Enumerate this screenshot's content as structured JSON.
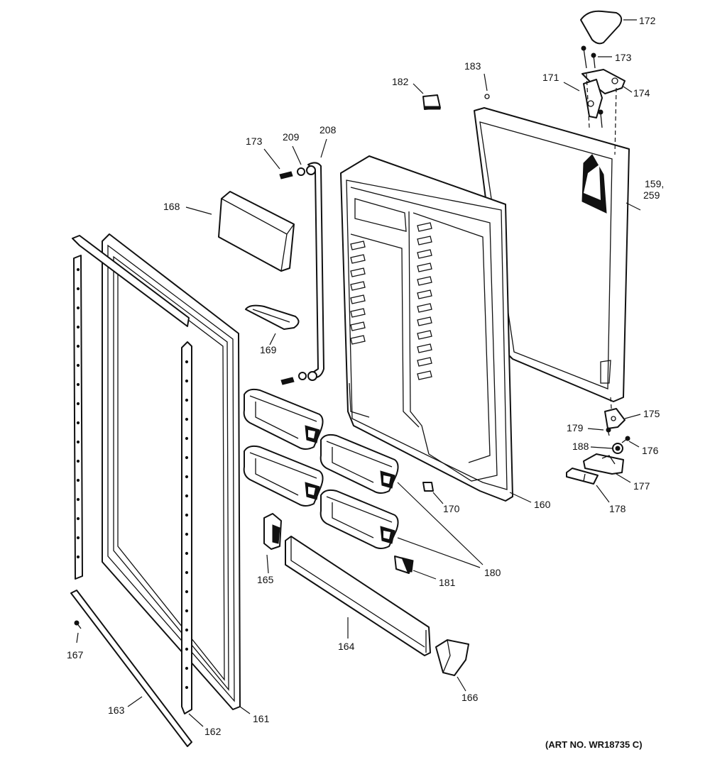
{
  "diagram": {
    "art_number": "(ART NO. WR18735 C)",
    "callouts": {
      "c172": "172",
      "c173a": "173",
      "c171": "171",
      "c174": "174",
      "c182": "182",
      "c183": "183",
      "c173b": "173",
      "c209": "209",
      "c208": "208",
      "c159": "159,",
      "c259": "259",
      "c168": "168",
      "c169": "169",
      "c175": "175",
      "c179": "179",
      "c188": "188",
      "c176": "176",
      "c177": "177",
      "c178": "178",
      "c170": "170",
      "c160": "160",
      "c180": "180",
      "c165": "165",
      "c181": "181",
      "c164": "164",
      "c167": "167",
      "c166": "166",
      "c163": "163",
      "c162": "162",
      "c161": "161"
    }
  }
}
